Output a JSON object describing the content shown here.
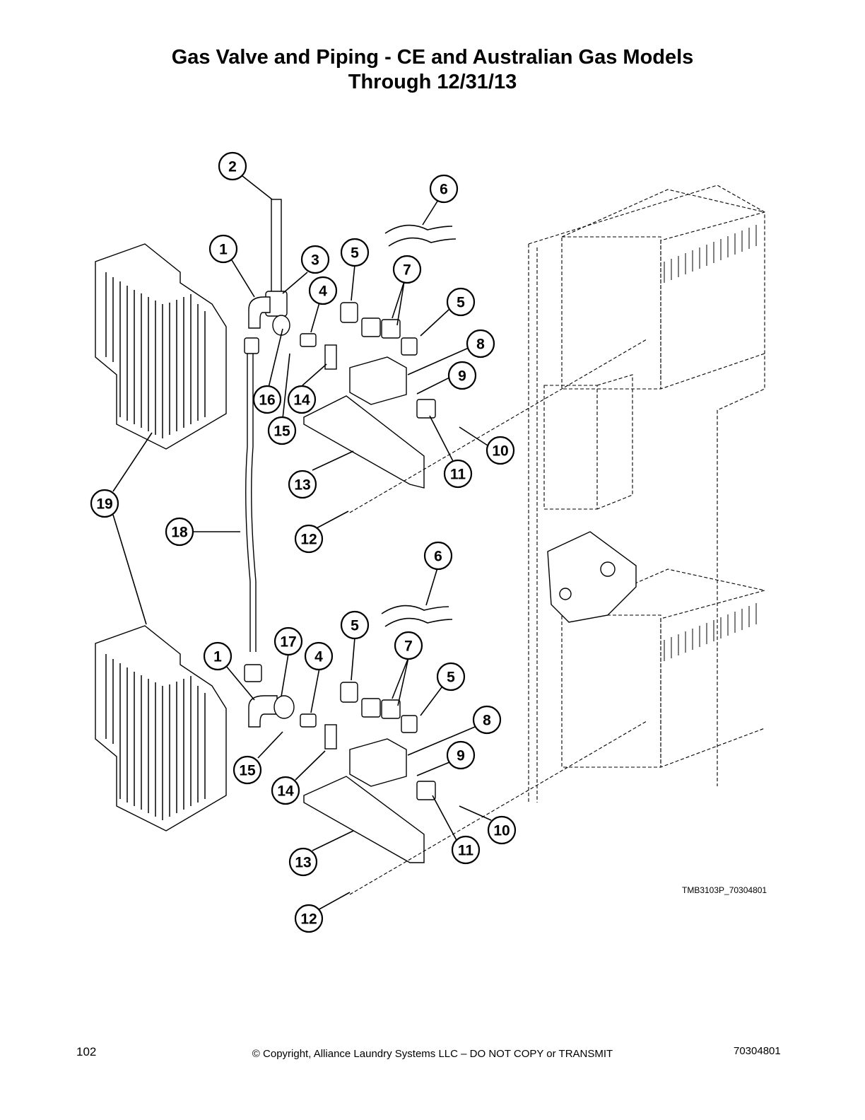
{
  "header": {
    "title_line1": "Gas Valve and Piping - CE and Australian Gas Models",
    "title_line2": "Through 12/31/13"
  },
  "drawing_id": "TMB3103P_70304801",
  "callouts": {
    "top": [
      "2",
      "6",
      "1",
      "3",
      "5",
      "7",
      "4",
      "5",
      "8",
      "9",
      "16",
      "14",
      "15",
      "10",
      "11",
      "13",
      "12"
    ],
    "shared": [
      "19",
      "18"
    ],
    "bottom": [
      "6",
      "5",
      "17",
      "7",
      "1",
      "4",
      "5",
      "8",
      "9",
      "15",
      "14",
      "10",
      "11",
      "13",
      "12"
    ]
  },
  "footer": {
    "page_number": "102",
    "copyright": "© Copyright, Alliance Laundry Systems LLC – DO NOT COPY or TRANSMIT",
    "doc_number": "70304801"
  }
}
